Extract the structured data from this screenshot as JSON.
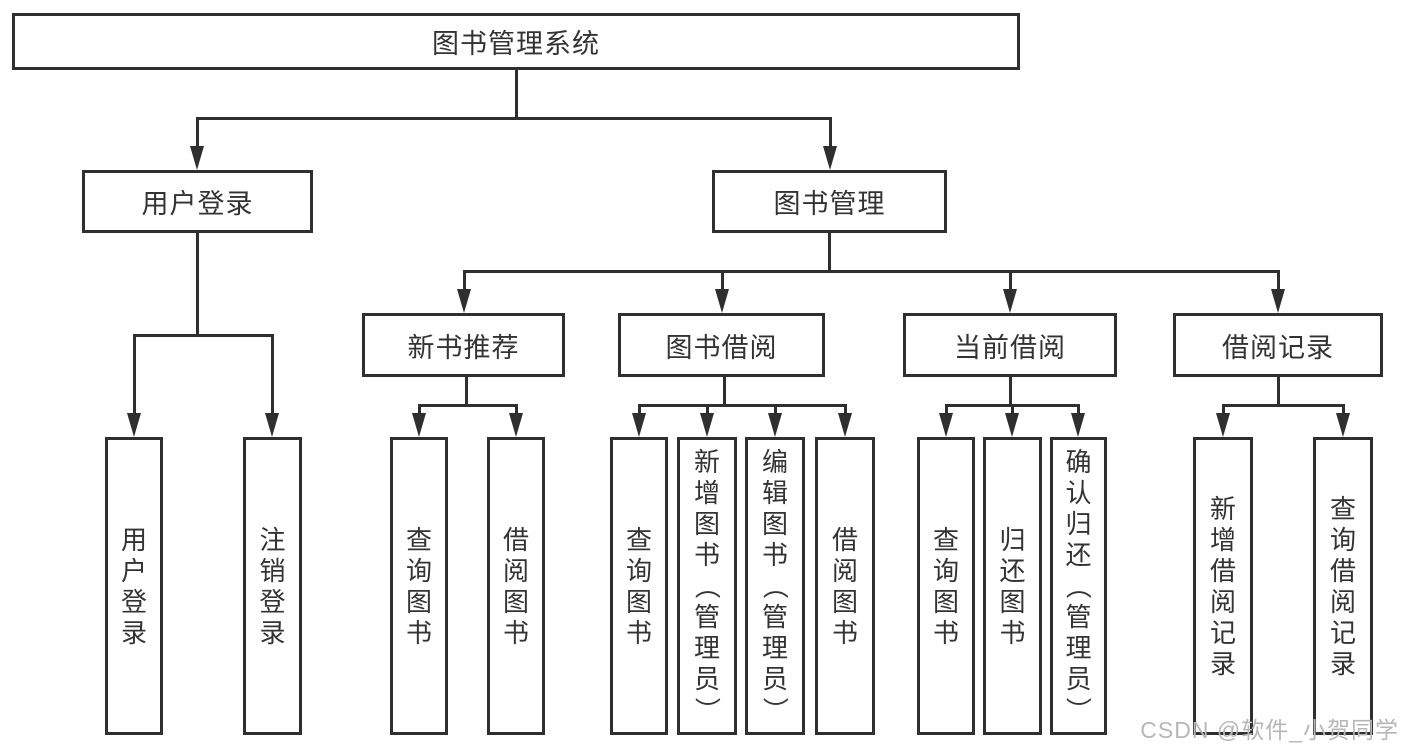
{
  "diagram": {
    "type": "tree",
    "tree": {
      "label": "图书管理系统",
      "children": [
        {
          "label": "用户登录",
          "children": [
            {
              "label": "用户登录"
            },
            {
              "label": "注销登录"
            }
          ]
        },
        {
          "label": "图书管理",
          "children": [
            {
              "label": "新书推荐",
              "children": [
                {
                  "label": "查询图书"
                },
                {
                  "label": "借阅图书"
                }
              ]
            },
            {
              "label": "图书借阅",
              "children": [
                {
                  "label": "查询图书"
                },
                {
                  "label": "新增图书（管理员）"
                },
                {
                  "label": "编辑图书（管理员）"
                },
                {
                  "label": "借阅图书"
                }
              ]
            },
            {
              "label": "当前借阅",
              "children": [
                {
                  "label": "查询图书"
                },
                {
                  "label": "归还图书"
                },
                {
                  "label": "确认归还（管理员）"
                }
              ]
            },
            {
              "label": "借阅记录",
              "children": [
                {
                  "label": "新增借阅记录"
                },
                {
                  "label": "查询借阅记录"
                }
              ]
            }
          ]
        }
      ]
    }
  },
  "watermark": {
    "text": "CSDN @软件_小贺同学"
  },
  "colors": {
    "line": "#2f2f2f",
    "text": "#333333",
    "background": "#ffffff",
    "watermark": "#b7b7b7"
  }
}
